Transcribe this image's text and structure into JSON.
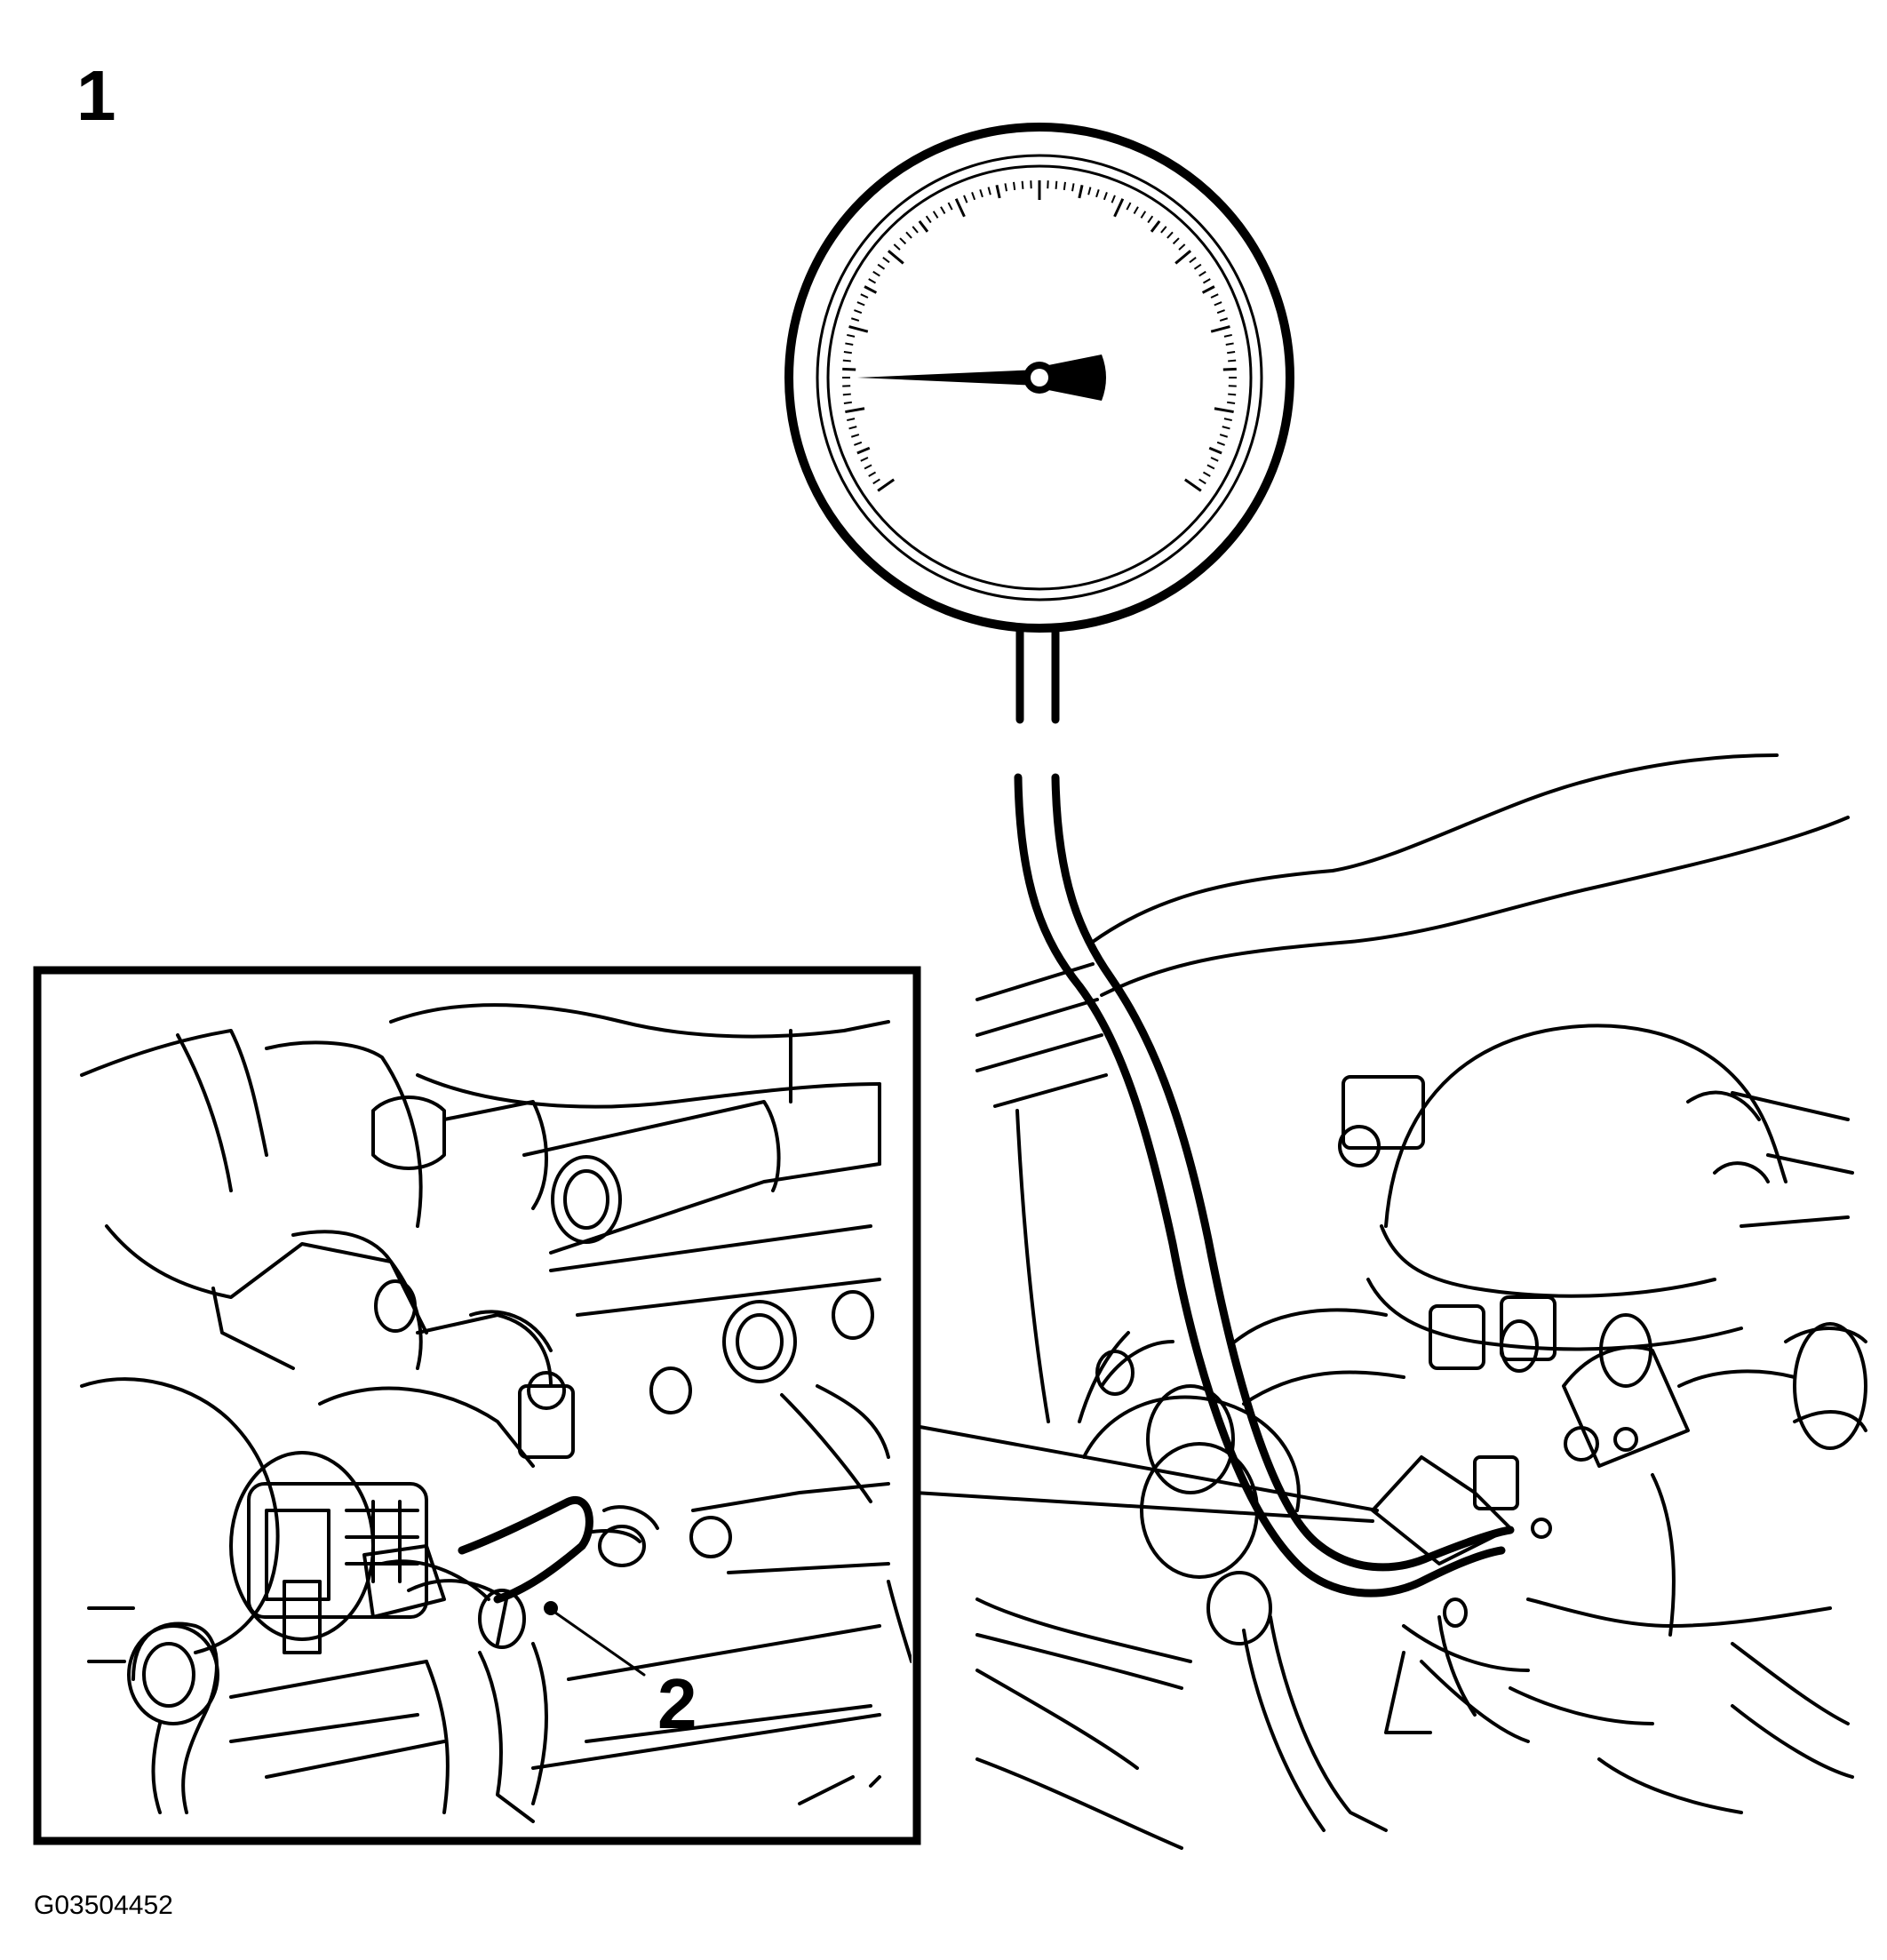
{
  "figure": {
    "callouts": [
      {
        "id": "1",
        "label": "1"
      },
      {
        "id": "2",
        "label": "2"
      }
    ],
    "figure_id": "G03504452",
    "gauge": {
      "needle_fraction": 0.14
    },
    "colors": {
      "line": "#000000",
      "background": "#ffffff"
    }
  }
}
